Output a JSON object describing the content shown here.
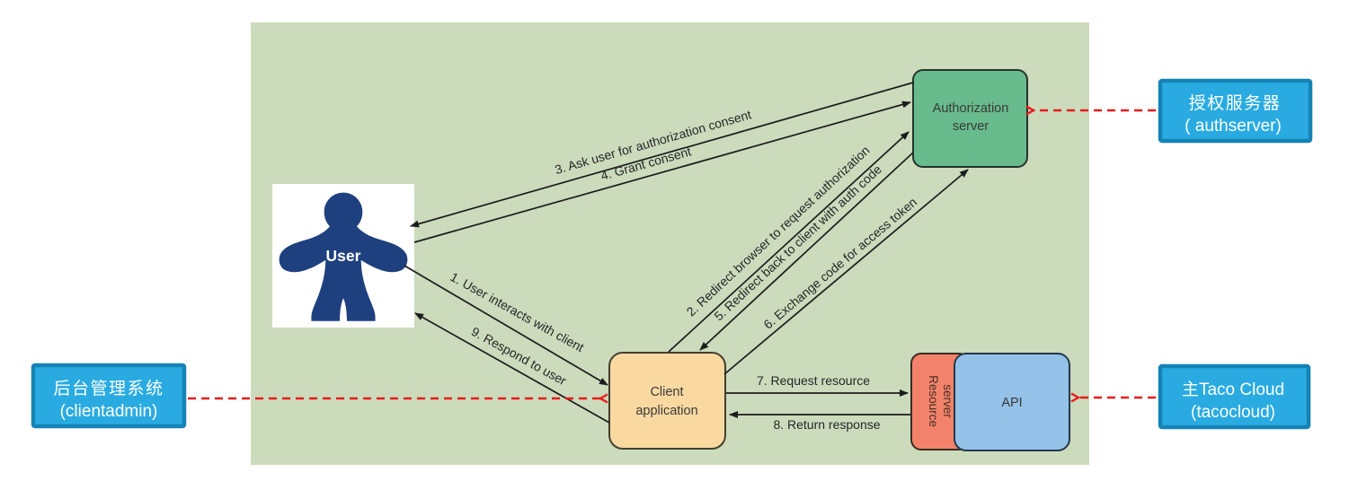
{
  "colors": {
    "panel": "#cbdbbc",
    "auth_fill": "#68bb8c",
    "client_fill": "#fad9a1",
    "resource_fill": "#f2836a",
    "api_fill": "#94c2e8",
    "callout_fill": "#29abe2",
    "callout_border": "#1583b5",
    "annotation_red": "#e81c1c",
    "meeple_blue": "#1f407e",
    "line_black": "#1c1c1c"
  },
  "nodes": {
    "user": {
      "label": "User"
    },
    "auth_server": {
      "line1": "Authorization",
      "line2": "server"
    },
    "client_app": {
      "line1": "Client",
      "line2": "application"
    },
    "resource_server": {
      "line1": "Resource",
      "line2": "server"
    },
    "api": {
      "label": "API"
    }
  },
  "flows": {
    "f1": "1. User interacts with client",
    "f2": "2. Redirect browser to request authorization",
    "f3": "3. Ask user for authorization consent",
    "f4": "4. Grant consent",
    "f5": "5. Redirect back to client with auth code",
    "f6": "6. Exchange code for access token",
    "f7": "7. Request resource",
    "f8": "8. Return response",
    "f9": "9. Respond to user"
  },
  "callouts": {
    "authserver": {
      "line1": "授权服务器",
      "line2": "( authserver)"
    },
    "clientadmin": {
      "line1": "后台管理系统",
      "line2": "(clientadmin)"
    },
    "tacocloud": {
      "line1": "主Taco Cloud",
      "line2": "(tacocloud)"
    }
  }
}
